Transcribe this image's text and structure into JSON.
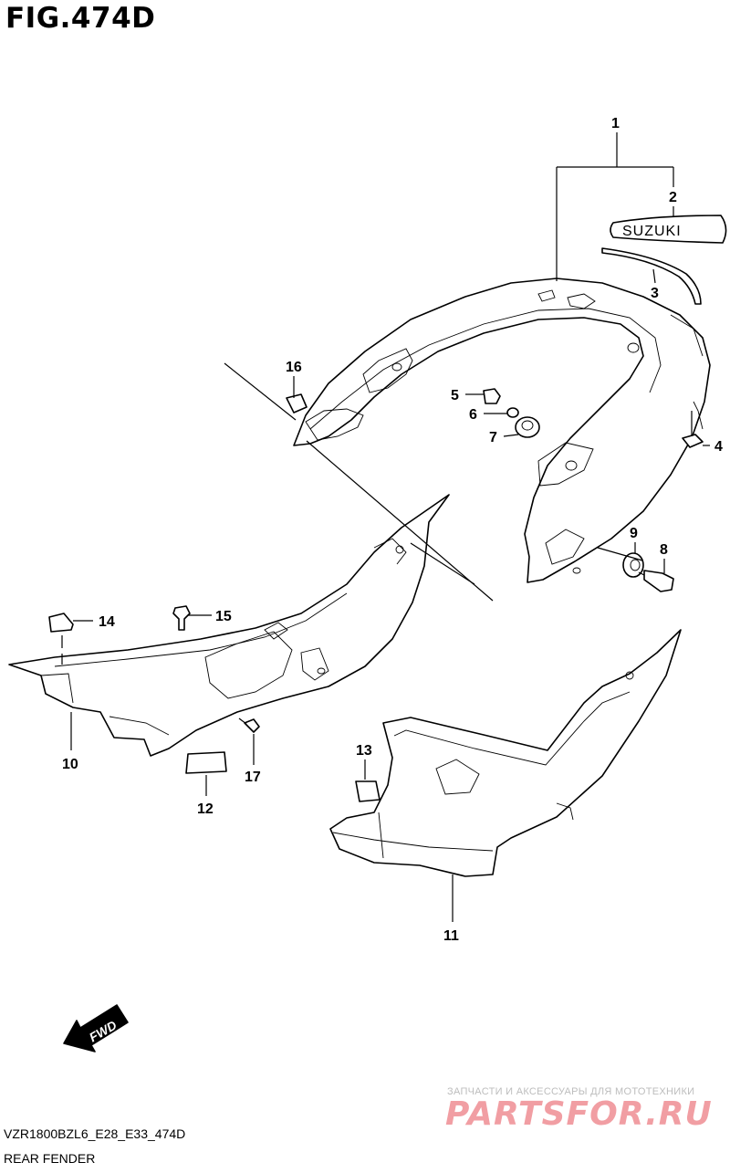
{
  "figure": {
    "title": "FIG.474D",
    "model_code": "VZR1800BZL6_E28_E33_474D",
    "subtitle": "REAR FENDER"
  },
  "decal_text": "SUZUKI",
  "fwd_text": "FWD",
  "watermark": {
    "line1": "ЗАПЧАСТИ И АКСЕССУАРЫ ДЛЯ МОТОТЕХНИКИ",
    "brand": "PARTSFOR.RU"
  },
  "callouts": [
    {
      "id": "1",
      "label": "1"
    },
    {
      "id": "2",
      "label": "2"
    },
    {
      "id": "3",
      "label": "3"
    },
    {
      "id": "4",
      "label": "4"
    },
    {
      "id": "5",
      "label": "5"
    },
    {
      "id": "6",
      "label": "6"
    },
    {
      "id": "7",
      "label": "7"
    },
    {
      "id": "8",
      "label": "8"
    },
    {
      "id": "9",
      "label": "9"
    },
    {
      "id": "10",
      "label": "10"
    },
    {
      "id": "11",
      "label": "11"
    },
    {
      "id": "12",
      "label": "12"
    },
    {
      "id": "13",
      "label": "13"
    },
    {
      "id": "14",
      "label": "14"
    },
    {
      "id": "15",
      "label": "15"
    },
    {
      "id": "16",
      "label": "16"
    },
    {
      "id": "17",
      "label": "17"
    }
  ]
}
